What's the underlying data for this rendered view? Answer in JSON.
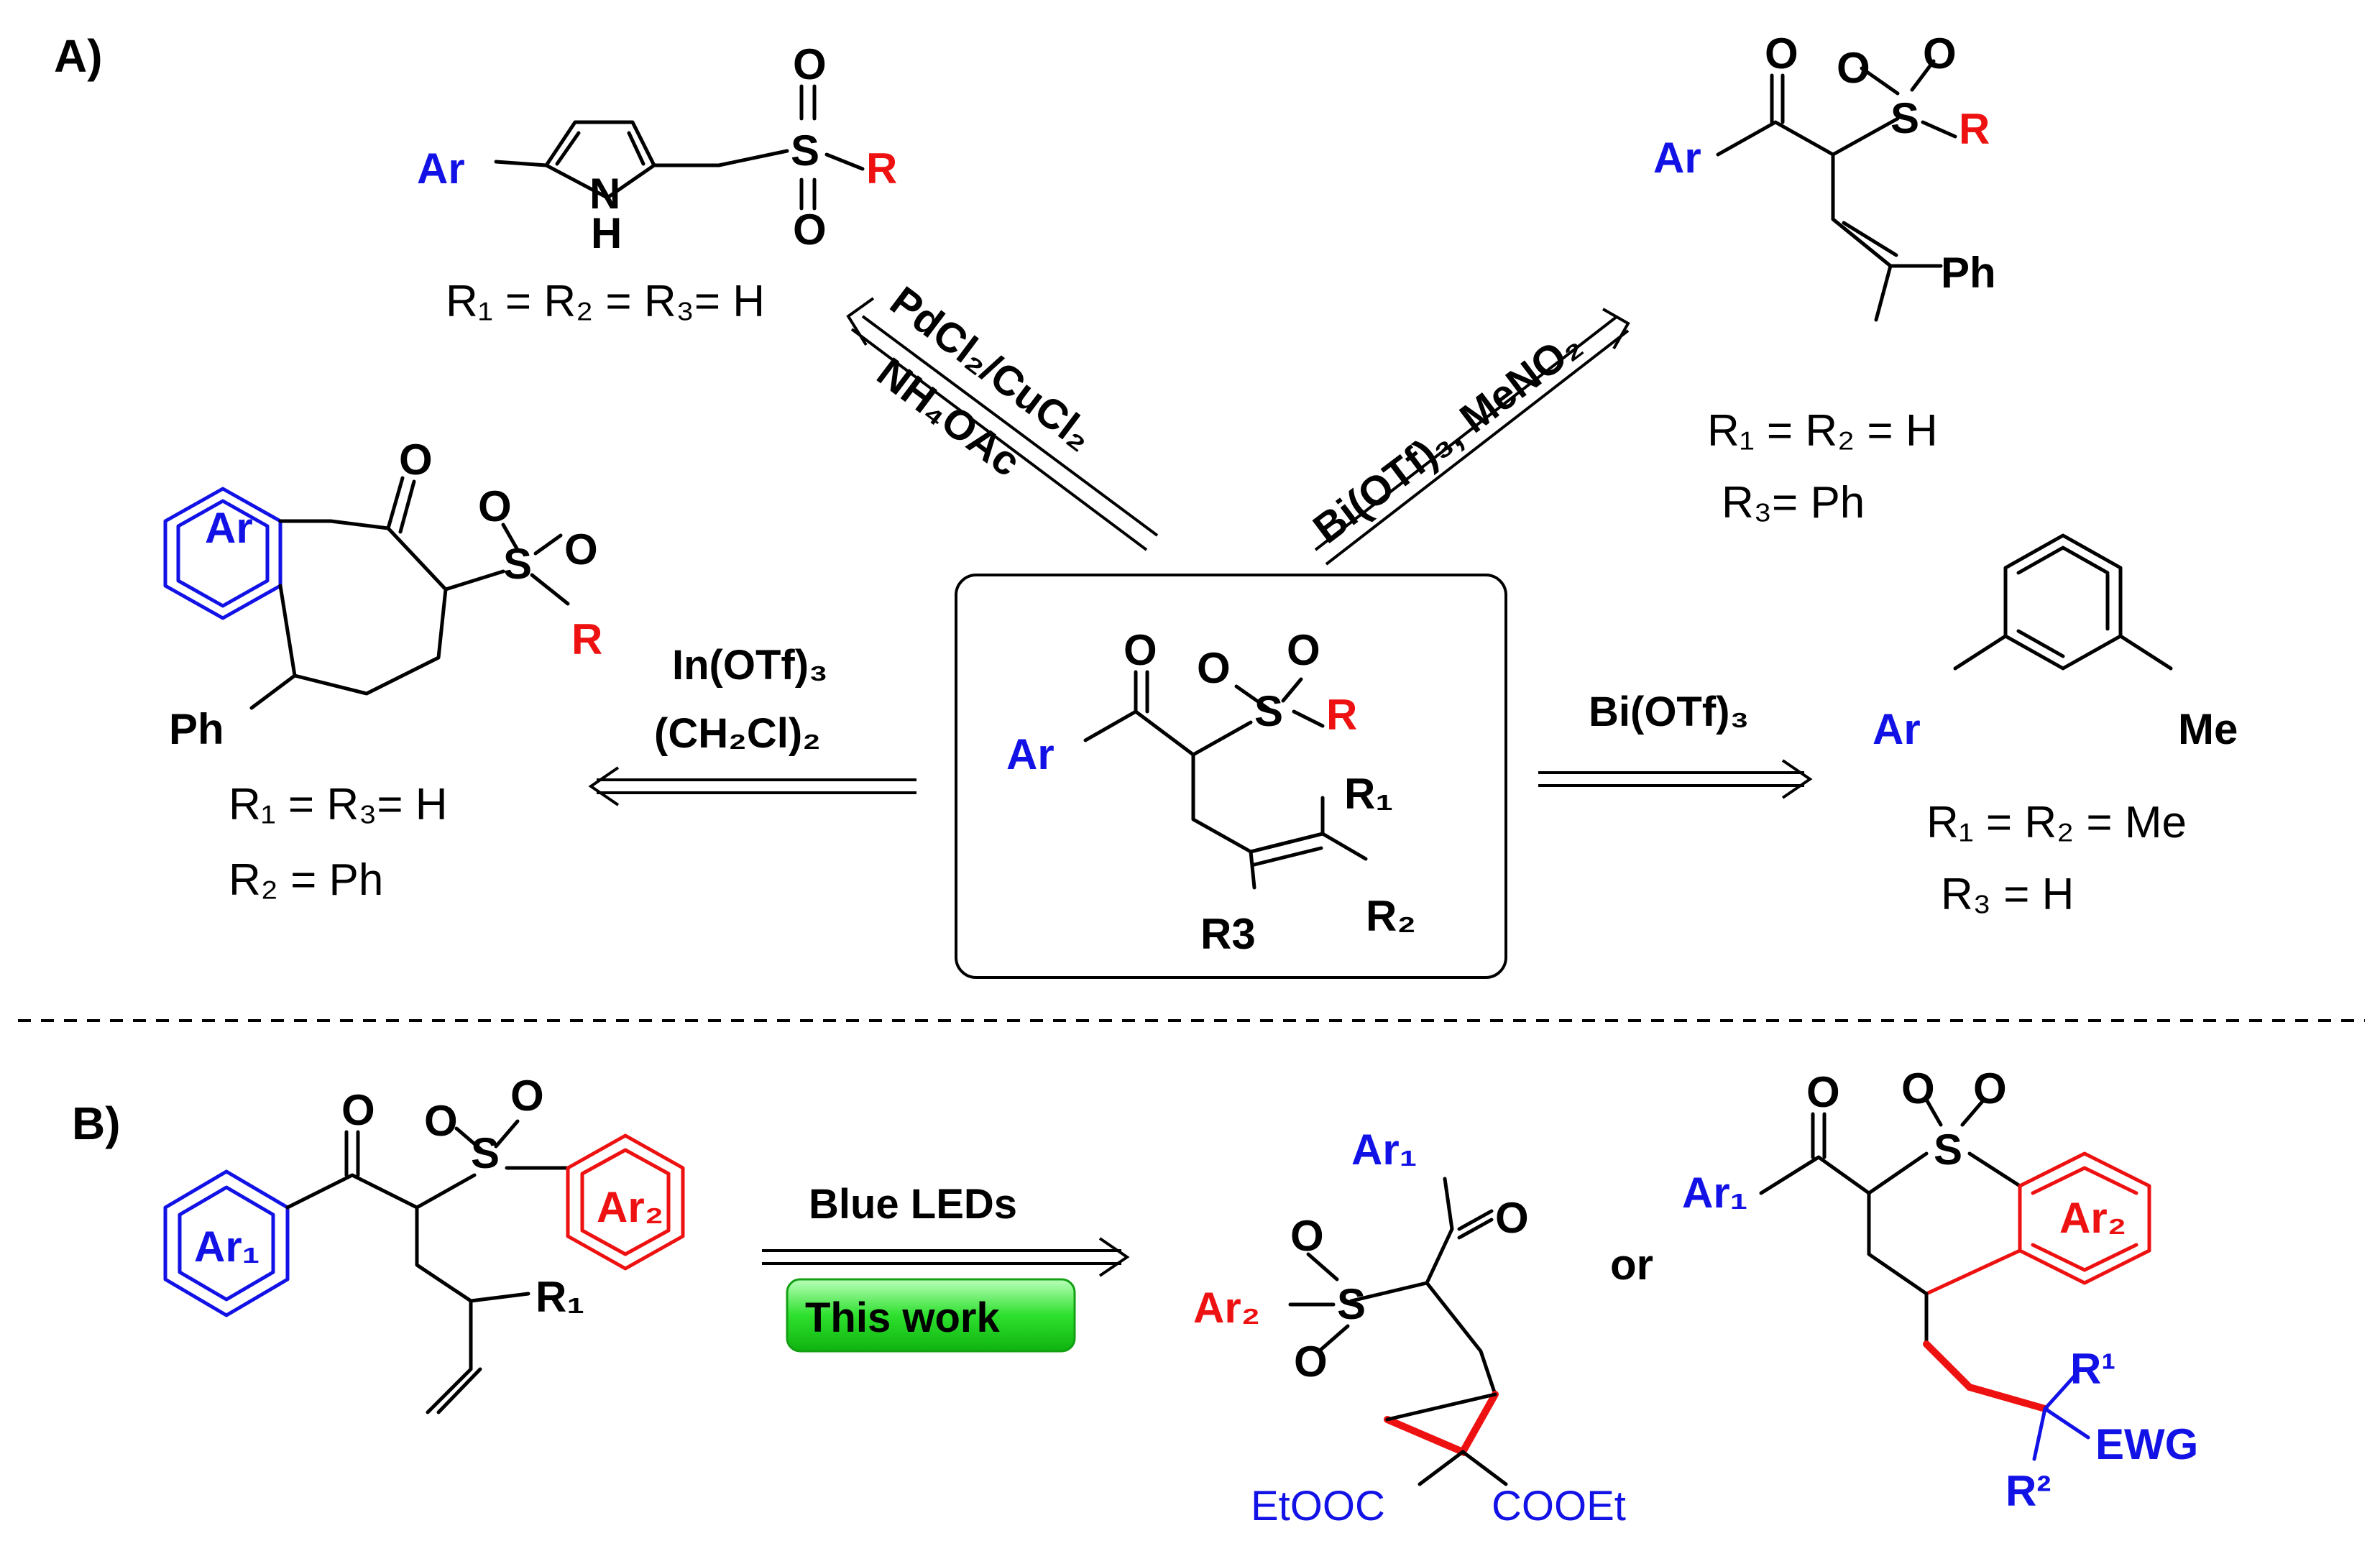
{
  "panels": {
    "a": "A)",
    "b": "B)"
  },
  "atoms": {
    "ar": "Ar",
    "ar1": "Ar₁",
    "ar2": "Ar₂",
    "r": "R",
    "o": "O",
    "s": "S",
    "n": "N",
    "h": "H",
    "ph": "Ph",
    "me": "Me",
    "r1": "R₁",
    "r2": "R₂",
    "r3": "R3",
    "r1_sup": "R¹",
    "r2_sup": "R²",
    "ewg": "EWG",
    "etooc": "EtOOC",
    "cooet": "COOEt",
    "or": "or"
  },
  "conditions": {
    "pyrrole": "R₁ = R₂ = R₃= H",
    "allyl_1": "R₁ = R₂ = H",
    "allyl_2": "R₃= Ph",
    "benzo_1": "R₁  = R₃= H",
    "benzo_2": "R₂ = Ph",
    "arene_1": "R₁ = R₂ = Me",
    "arene_2": "R₃ = H"
  },
  "reagents": {
    "pd_1": "PdCl₂/CuCl₂",
    "pd_2": "NH₄OAc",
    "bi_mec": "Bi(OTf)₃, MeNO₂",
    "in_1": "In(OTf)₃",
    "in_2": "(CH₂Cl)₂",
    "bi_right": "Bi(OTf)₃",
    "blue_leds": "Blue LEDs",
    "this_work": "This work"
  },
  "colors": {
    "ar_blue": "#1212e6",
    "r_red": "#ee1111",
    "badge_green": "#2ee02e"
  }
}
